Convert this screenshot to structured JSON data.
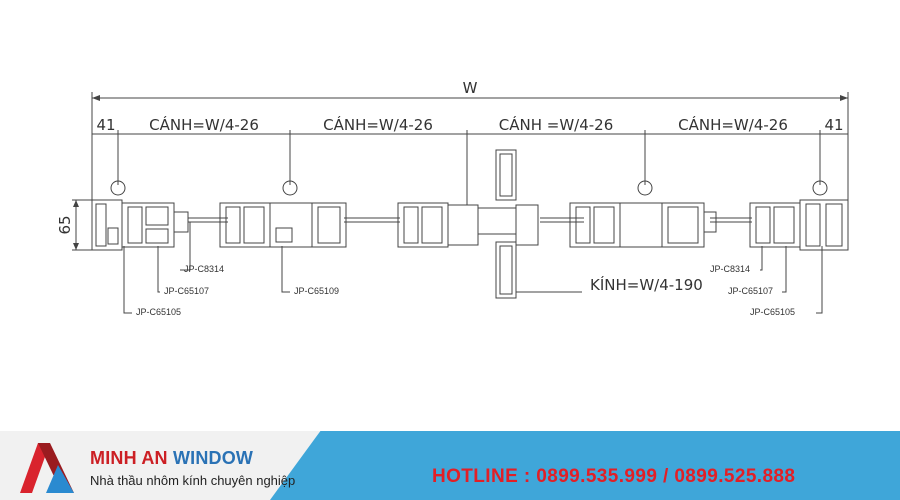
{
  "drawing": {
    "overall_width_label": "W",
    "edge_dims": [
      "41",
      "41"
    ],
    "sash_dims": [
      "CÁNH=W/4-26",
      "CÁNH=W/4-26",
      "CÁNH =W/4-26",
      "CÁNH=W/4-26"
    ],
    "height_dim": "65",
    "glass_dim": "KÍNH=W/4-190",
    "left_parts": [
      "JP-C8314",
      "JP-C65107",
      "JP-C65109",
      "JP-C65105"
    ],
    "right_parts": [
      "JP-C8314",
      "JP-C65107",
      "JP-C65105"
    ]
  },
  "banner": {
    "brand_part1": "MINH AN ",
    "brand_part2": "WINDOW",
    "tagline": "Nhà thầu nhôm kính chuyên nghiệp",
    "hotline": "HOTLINE : 0899.535.999 / 0899.525.888",
    "colors": {
      "brand_red": "#cc1f24",
      "brand_blue": "#2a72b5",
      "banner_blue": "#3fa6d9",
      "hotline_red": "#e21f26"
    }
  }
}
